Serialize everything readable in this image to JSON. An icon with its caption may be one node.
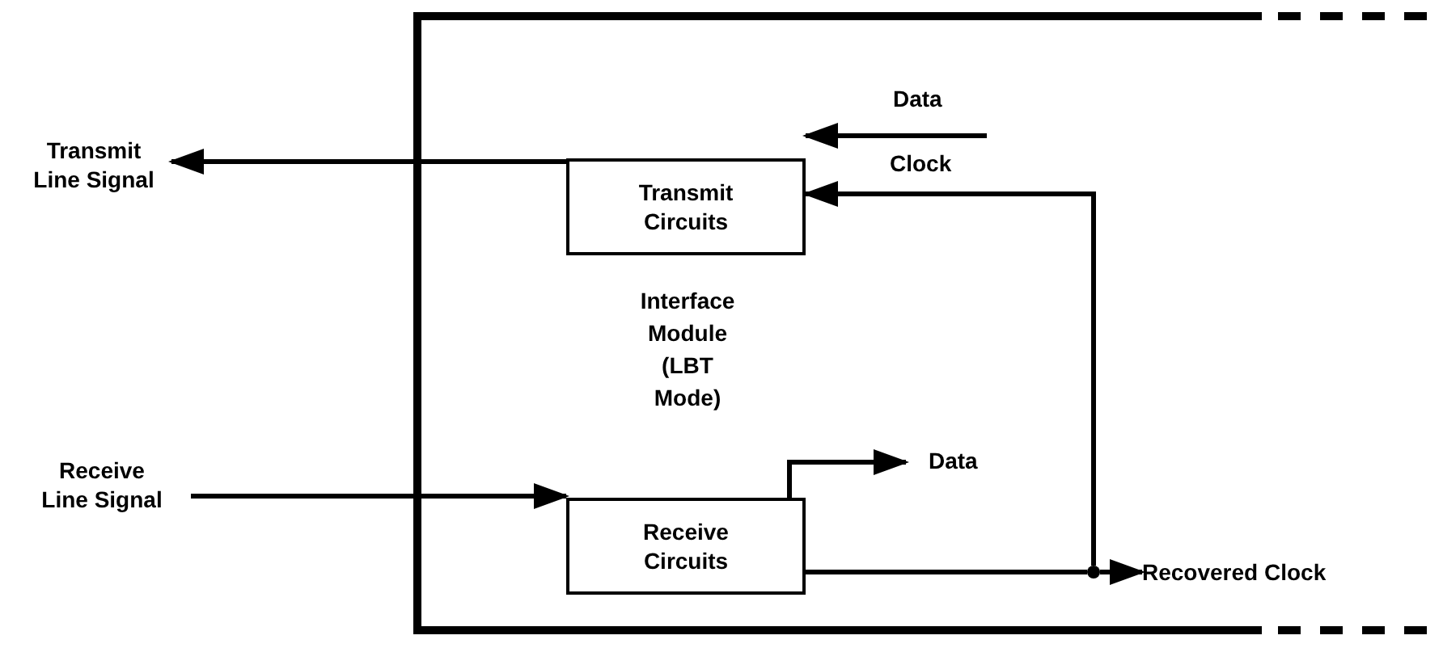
{
  "diagram": {
    "nodes": [
      {
        "text": [
          "Interface Module (LBT Mode)"
        ]
      },
      {
        "text": [
          "Transmit Circuits"
        ],
        "in": 0
      },
      {
        "text": [
          "Receive Circuits"
        ],
        "in": 0
      },
      {
        "text": [
          "Transmit Line Signal"
        ]
      },
      {
        "text": [
          "Receive Line Signal"
        ]
      },
      {
        "text": [],
        "shape": "circle",
        "in": 0
      },
      {
        "text": [
          "Recovered Clock"
        ],
        "in": 0
      }
    ],
    "edges": [
      {
        "from": 1,
        "to": 3,
        "arrow": "to"
      },
      {
        "from": 4,
        "to": 2,
        "arrow": "to"
      },
      {
        "from": null,
        "to": 1,
        "arrow": "to",
        "label": "Data"
      },
      {
        "from": 5,
        "to": 1,
        "arrow": "to",
        "label": "Clock"
      },
      {
        "from": 2,
        "to": 5,
        "arrow": "none"
      },
      {
        "from": 5,
        "to": 6,
        "arrow": "to"
      },
      {
        "from": 2,
        "to": null,
        "arrow": "to",
        "label": "Data"
      }
    ]
  }
}
